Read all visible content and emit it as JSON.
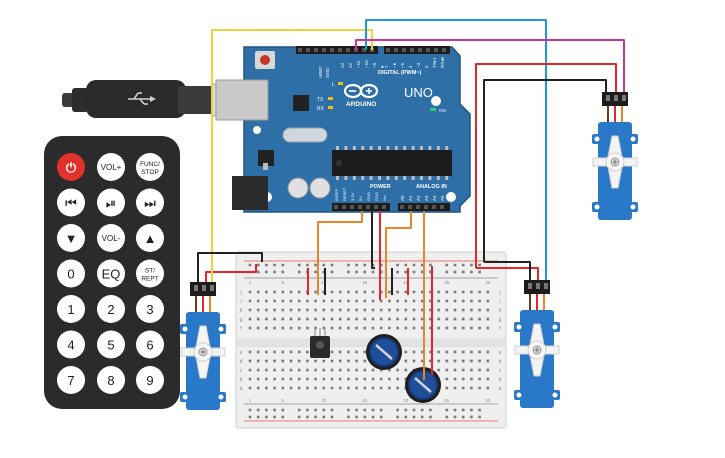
{
  "arduino": {
    "logo_text": "ARDUINO",
    "model": "UNO",
    "digital_header": "DIGITAL (PWM~)",
    "power_header": "POWER",
    "analog_header": "ANALOG IN",
    "on_label": "ON",
    "l_label": "L",
    "tx_label": "TX",
    "rx_label": "RX",
    "aref_label": "AREF",
    "gnd_label": "GND",
    "digital_pins": [
      "13",
      "12",
      "~11",
      "~10",
      "~9",
      "8",
      "7",
      "~6",
      "~5",
      "4",
      "~3",
      "2",
      "TX▸1",
      "RX◂0"
    ],
    "power_pins": [
      "IOREF",
      "RESET",
      "3.3V",
      "5V",
      "GND",
      "GND",
      "Vin"
    ],
    "analog_pins": [
      "A0",
      "A1",
      "A2",
      "A3",
      "A4",
      "A5"
    ]
  },
  "remote": {
    "buttons": [
      [
        "⏻",
        "VOL+",
        "FUNC/STOP"
      ],
      [
        "⏮",
        "⏯",
        "⏭"
      ],
      [
        "▼",
        "VOL-",
        "▲"
      ],
      [
        "0",
        "EQ",
        "ST/REPT"
      ],
      [
        "1",
        "2",
        "3"
      ],
      [
        "4",
        "5",
        "6"
      ],
      [
        "7",
        "8",
        "9"
      ]
    ]
  },
  "breadboard": {
    "row_letters_top": [
      "j",
      "i",
      "h",
      "g",
      "f"
    ],
    "row_letters_bottom": [
      "e",
      "d",
      "c",
      "b",
      "a"
    ],
    "column_numbers": [
      "1",
      "",
      "",
      "",
      "5",
      "",
      "",
      "",
      "",
      "10",
      "",
      "",
      "",
      "",
      "15",
      "",
      "",
      "",
      "",
      "20",
      "",
      "",
      "",
      "",
      "25",
      "",
      "",
      "",
      "",
      "30"
    ]
  },
  "colors": {
    "board": "#2d6fa6",
    "wire_yellow": "#f3d13d",
    "wire_cyan": "#1a9bd2",
    "wire_magenta": "#c8359f",
    "wire_red": "#e3262b",
    "wire_black": "#222222",
    "wire_orange": "#e8862b",
    "servo_blue": "#2a78c8",
    "remote_body": "#2b2b2b",
    "power_button": "#e0322b"
  }
}
